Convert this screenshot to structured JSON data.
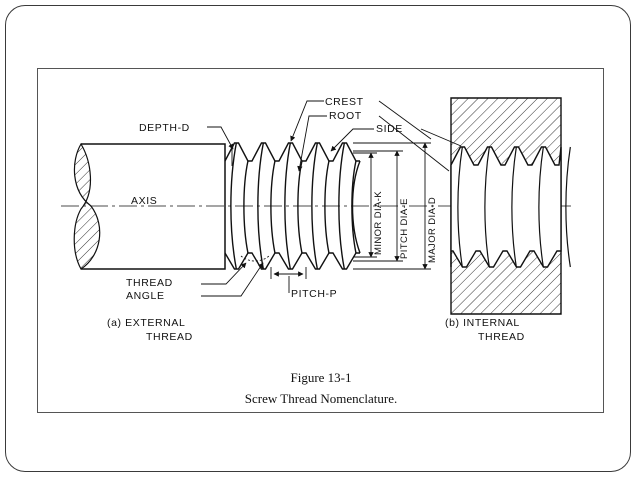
{
  "labels": {
    "crest": "CREST",
    "root": "ROOT",
    "side": "SIDE",
    "depth": "DEPTH-D",
    "axis": "AXIS",
    "minor_dia": "MINOR DIA-K",
    "pitch_dia": "PITCH DIA-E",
    "major_dia": "MAJOR DIA-D",
    "thread_angle_1": "THREAD",
    "thread_angle_2": "ANGLE",
    "pitch": "PITCH-P",
    "external_1": "(a) EXTERNAL",
    "external_2": "THREAD",
    "internal_1": "(b) INTERNAL",
    "internal_2": "THREAD"
  },
  "caption": {
    "number": "Figure 13-1",
    "title": "Screw Thread Nomenclature."
  }
}
